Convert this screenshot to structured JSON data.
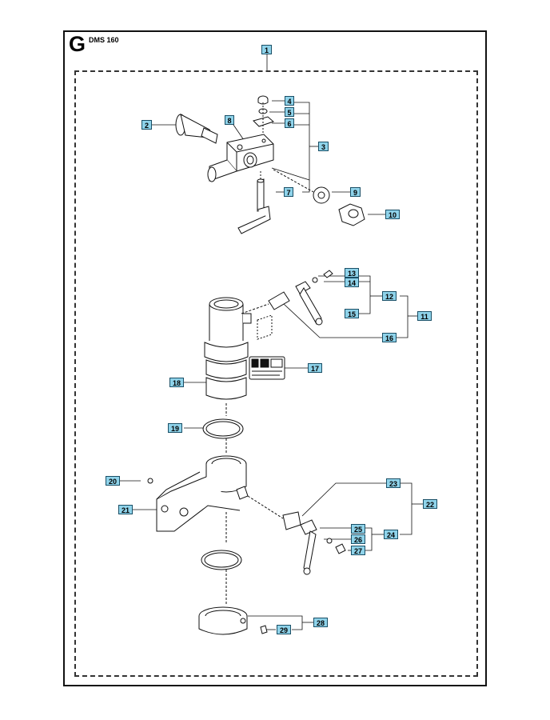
{
  "header": {
    "section_letter": "G",
    "model": "DMS 160"
  },
  "callouts": [
    "1",
    "2",
    "3",
    "4",
    "5",
    "6",
    "7",
    "8",
    "9",
    "10",
    "11",
    "12",
    "13",
    "14",
    "15",
    "16",
    "17",
    "18",
    "19",
    "20",
    "21",
    "22",
    "23",
    "24",
    "25",
    "26",
    "27",
    "28",
    "29"
  ],
  "colors": {
    "callout_fill": "#8fd3ea",
    "callout_border": "#1a4f66",
    "line": "#111111"
  }
}
